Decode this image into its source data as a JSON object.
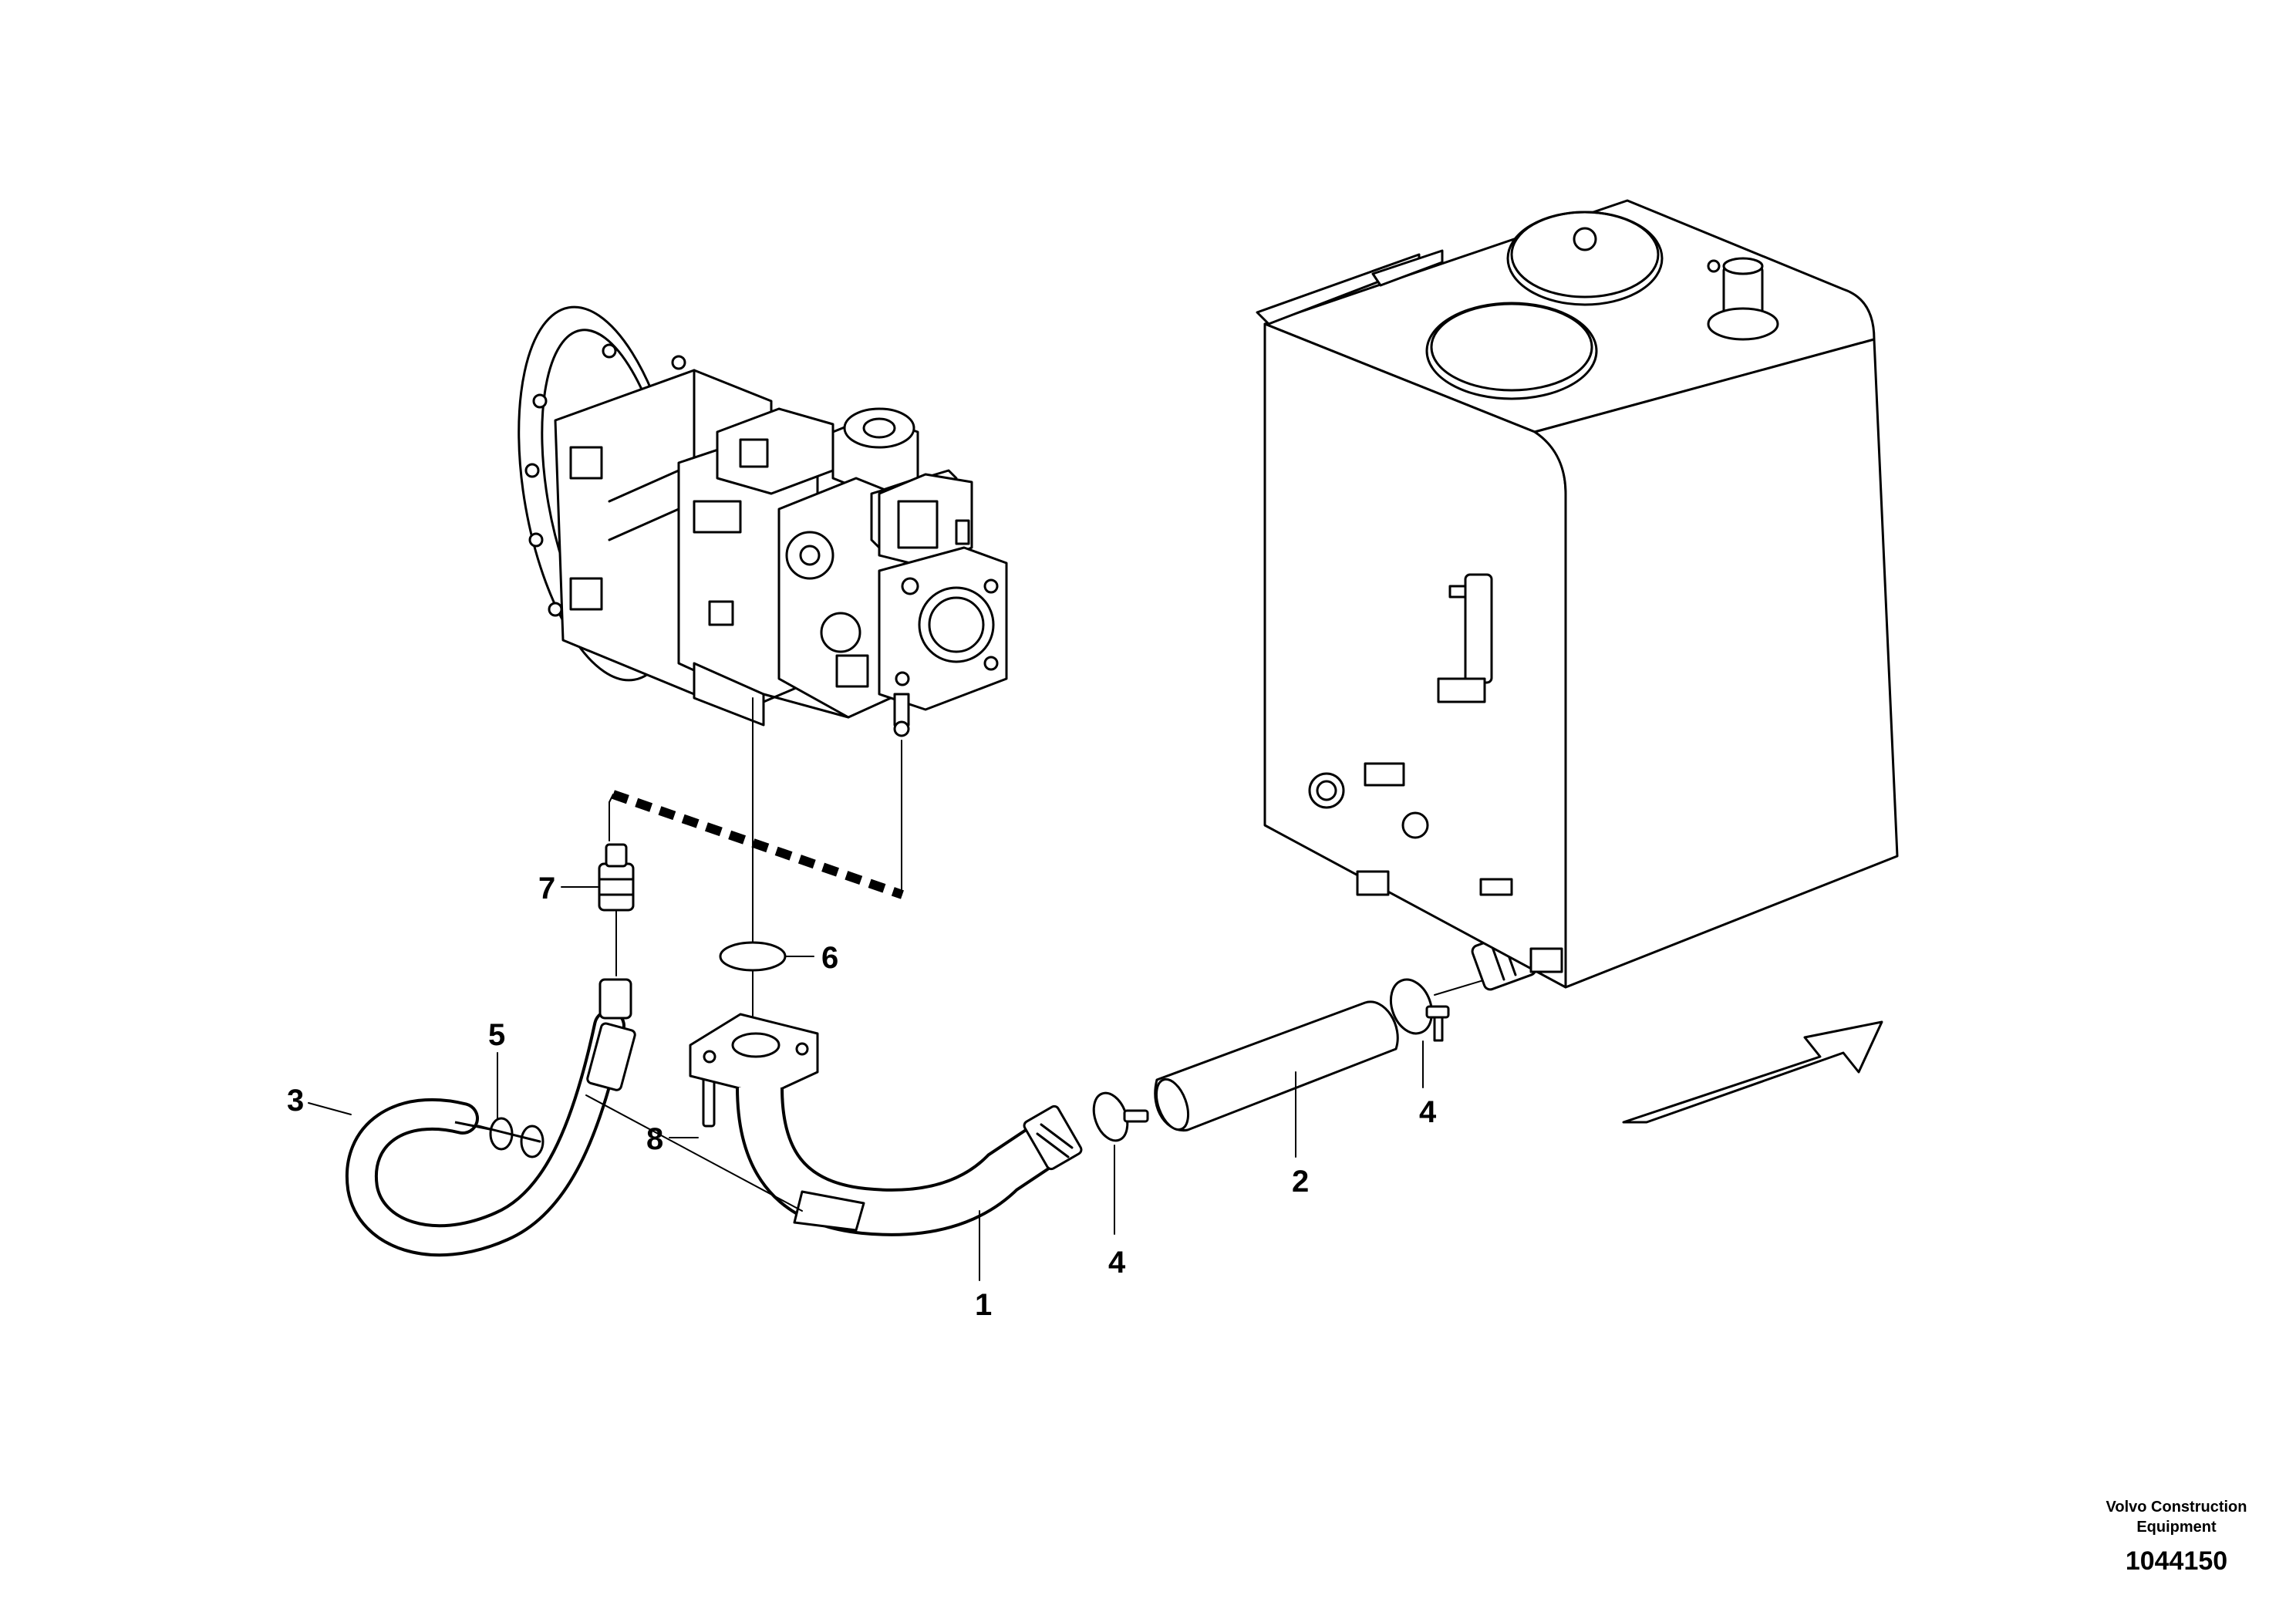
{
  "callouts": {
    "c1": "1",
    "c2": "2",
    "c3": "3",
    "c4a": "4",
    "c4b": "4",
    "c5": "5",
    "c6": "6",
    "c7": "7",
    "c8": "8"
  },
  "stamp": {
    "line1": "Volvo Construction",
    "line2": "Equipment",
    "number": "1044150"
  },
  "icons": {
    "pump": "hydraulic-pump-illustration",
    "tank": "hydraulic-tank-illustration",
    "arrow": "direction-arrow"
  }
}
